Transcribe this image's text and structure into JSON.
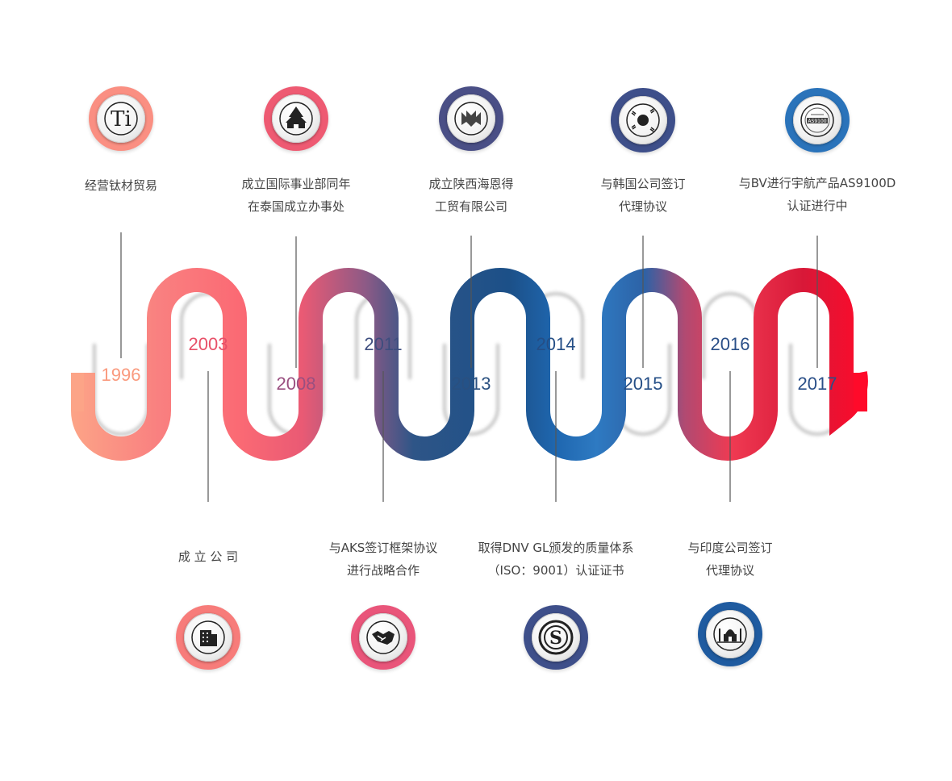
{
  "colors": {
    "salmon": "#fa9a7e",
    "coral": "#f86a74",
    "pink": "#ea4d6d",
    "plum": "#8a5a84",
    "navy": "#1e4f8c",
    "blue": "#2b78c0",
    "red": "#e0283c",
    "brightred": "#ff1030"
  },
  "years": [
    {
      "label": "1996",
      "color": "#fa9a7e"
    },
    {
      "label": "2003",
      "color": "#e85068"
    },
    {
      "label": "2008",
      "color": "#9a4f80"
    },
    {
      "label": "2011",
      "color": "#3e4d7e"
    },
    {
      "label": "2013",
      "color": "#2a5080"
    },
    {
      "label": "2014",
      "color": "#244e86"
    },
    {
      "label": "2015",
      "color": "#244e86"
    },
    {
      "label": "2016",
      "color": "#2a4f88"
    },
    {
      "label": "2017",
      "color": "#2a4f88"
    }
  ],
  "events": [
    {
      "lines": [
        "经营钛材贸易"
      ],
      "icon": "ti-letters-icon",
      "ring": "#fa8f82"
    },
    {
      "lines": [
        "成 立 公 司"
      ],
      "icon": "building-icon",
      "ring": "#f77c7a"
    },
    {
      "lines": [
        "成立国际事业部同年",
        "在泰国成立办事处"
      ],
      "icon": "thai-temple-icon",
      "ring": "#ee5a72"
    },
    {
      "lines": [
        "与AKS签订框架协议",
        "进行战略合作"
      ],
      "icon": "handshake-icon",
      "ring": "#e9557a"
    },
    {
      "lines": [
        "成立陕西海恩得",
        "工贸有限公司"
      ],
      "icon": "hnd-logo-icon",
      "ring": "#4a4f86"
    },
    {
      "lines": [
        "取得DNV GL颁发的质量体系",
        "（ISO：9001）认证证书"
      ],
      "icon": "quality-seal-icon",
      "ring": "#3e4f8a"
    },
    {
      "lines": [
        "与韩国公司签订",
        "代理协议"
      ],
      "icon": "korea-flag-icon",
      "ring": "#3e4f8a"
    },
    {
      "lines": [
        "与印度公司签订",
        "代理协议"
      ],
      "icon": "taj-mahal-icon",
      "ring": "#1f5ba0"
    },
    {
      "lines": [
        "与BV进行宇航产品AS9100D",
        "认证进行中"
      ],
      "icon": "as9100-badge-icon",
      "ring": "#2a73ba"
    }
  ]
}
